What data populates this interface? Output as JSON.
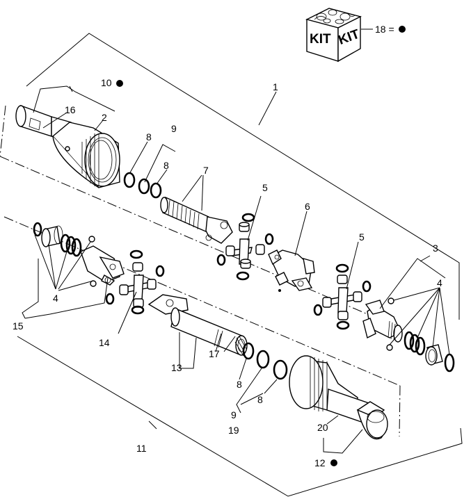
{
  "kit": {
    "box_text_left": "KIT",
    "box_text_right": "KIT",
    "legend": "18 ="
  },
  "callouts": {
    "c1": "1",
    "c2": "2",
    "c3": "3",
    "c4a": "4",
    "c4b": "4",
    "c5a": "5",
    "c5b": "5",
    "c6": "6",
    "c7": "7",
    "c8a": "8",
    "c8b": "8",
    "c8c": "8",
    "c8d": "8",
    "c9a": "9",
    "c9b": "9",
    "c10": "10",
    "c11": "11",
    "c12": "12",
    "c13": "13",
    "c14": "14",
    "c15": "15",
    "c16": "16",
    "c17": "17",
    "c19": "19",
    "c20": "20"
  }
}
